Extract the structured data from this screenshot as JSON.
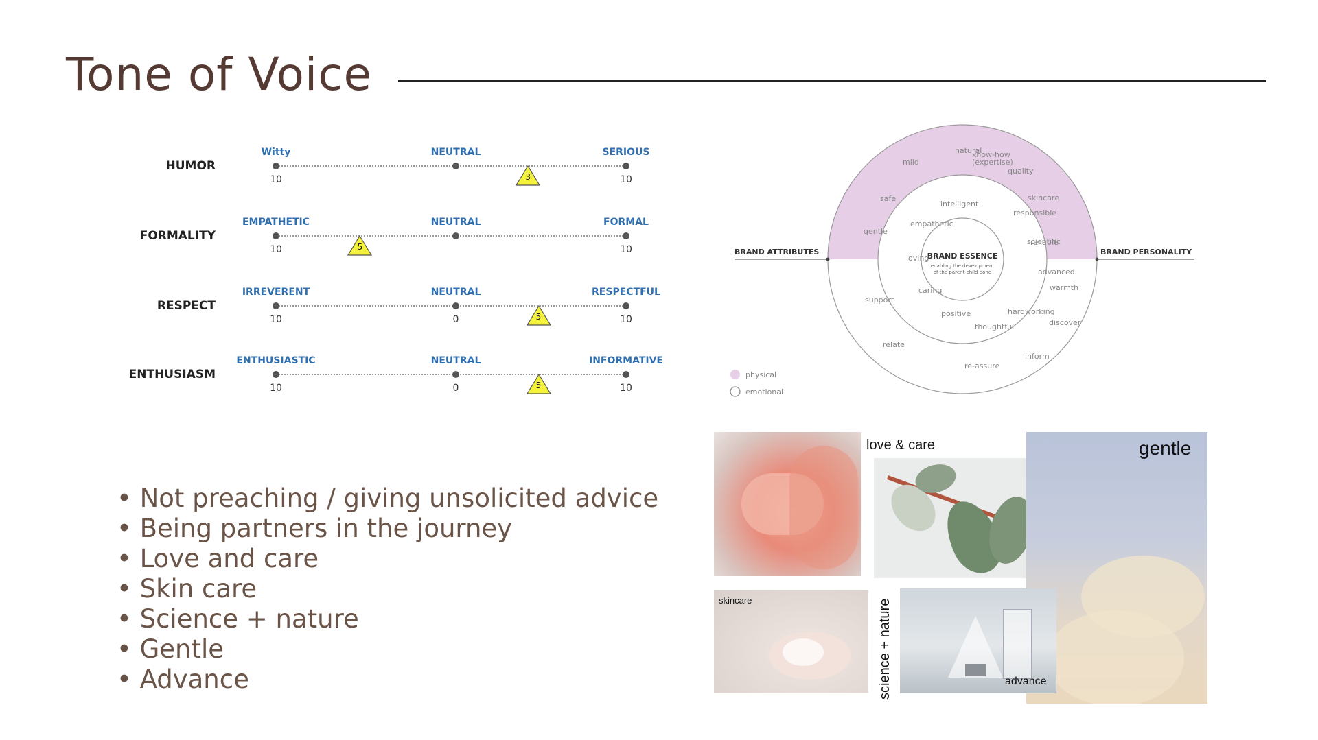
{
  "title": "Tone of Voice",
  "scales": [
    {
      "name": "HUMOR",
      "left": "Witty",
      "mid": "NEUTRAL",
      "right": "SERIOUS",
      "left_num": "10",
      "mid_num": "",
      "right_num": "10",
      "marker": "3",
      "marker_pos": 0.72
    },
    {
      "name": "FORMALITY",
      "left": "EMPATHETIC",
      "mid": "NEUTRAL",
      "right": "FORMAL",
      "left_num": "10",
      "mid_num": "",
      "right_num": "10",
      "marker": "5",
      "marker_pos": 0.24
    },
    {
      "name": "RESPECT",
      "left": "IRREVERENT",
      "mid": "NEUTRAL",
      "right": "RESPECTFUL",
      "left_num": "10",
      "mid_num": "0",
      "right_num": "10",
      "marker": "5",
      "marker_pos": 0.75
    },
    {
      "name": "ENTHUSIASM",
      "left": "ENTHUSIASTIC",
      "mid": "NEUTRAL",
      "right": "INFORMATIVE",
      "left_num": "10",
      "mid_num": "0",
      "right_num": "10",
      "marker": "5",
      "marker_pos": 0.75
    }
  ],
  "diagram": {
    "brand_attributes": "BRAND ATTRIBUTES",
    "brand_personality": "BRAND PERSONALITY",
    "essence_title": "BRAND ESSENCE",
    "essence_sub1": "enabling the development",
    "essence_sub2": "of the parent-child bond",
    "outer_words": [
      "natural",
      "know-how",
      "(expertise)",
      "mild",
      "quality",
      "safe",
      "skincare",
      "gentle",
      "scientific",
      "support",
      "warmth",
      "discover",
      "relate",
      "inform",
      "re-assure"
    ],
    "inner_words": [
      "intelligent",
      "responsible",
      "empathetic",
      "reliable",
      "loving",
      "advanced",
      "caring",
      "positive",
      "hardworking",
      "thoughtful"
    ],
    "legend_physical": "physical",
    "legend_emotional": "emotional",
    "colors": {
      "physical": "#e6cfe6",
      "ring": "#9a9a9a"
    }
  },
  "bullets": [
    "Not preaching / giving unsolicited advice",
    "Being partners in the journey",
    "Love and care",
    "Skin care",
    "Science + nature",
    "Gentle",
    "Advance"
  ],
  "moodboard": {
    "love_care": "love & care",
    "gentle": "gentle",
    "skincare": "skincare",
    "science_nature": "science + nature",
    "advance": "advance"
  }
}
